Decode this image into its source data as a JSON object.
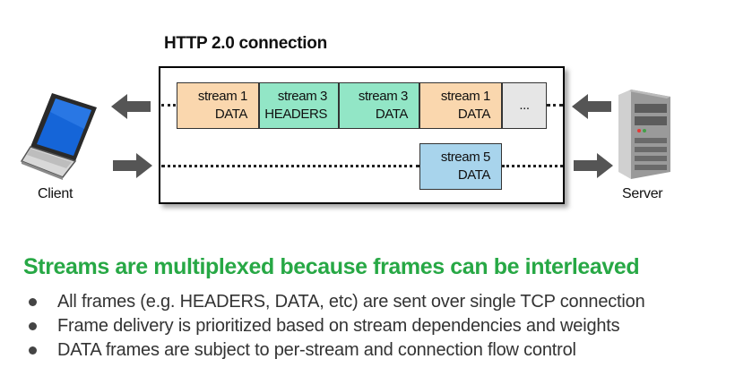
{
  "diagram": {
    "connection_title": "HTTP 2.0 connection",
    "client_label": "Client",
    "server_label": "Server",
    "top_row_frames": [
      {
        "line1": "stream 1",
        "line2": "DATA",
        "color": "#fad7ae"
      },
      {
        "line1": "stream 3",
        "line2": "HEADERS",
        "color": "#92e6c6"
      },
      {
        "line1": "stream 3",
        "line2": "DATA",
        "color": "#92e6c6"
      },
      {
        "line1": "stream 1",
        "line2": "DATA",
        "color": "#fad7ae"
      },
      {
        "line1": "...",
        "line2": "",
        "color": "#e6e6e6"
      }
    ],
    "bottom_row_frames": [
      {
        "line1": "stream 5",
        "line2": "DATA",
        "color": "#a8d4ec"
      }
    ],
    "arrow_color": "#555555"
  },
  "headline": "Streams are multiplexed because frames can be interleaved",
  "headline_color": "#27a845",
  "bullets": [
    "All frames (e.g. HEADERS, DATA, etc) are sent over single TCP connection",
    "Frame delivery is prioritized based on stream dependencies and weights",
    "DATA frames are subject to per-stream and connection flow control"
  ]
}
